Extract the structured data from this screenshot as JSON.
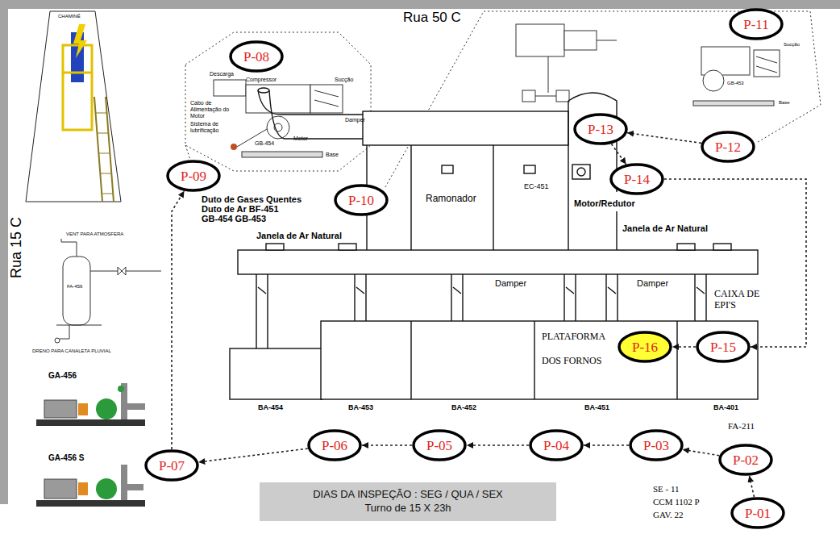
{
  "diagram": {
    "nodes": [
      {
        "text": [
          "P-01"
        ]
      },
      {
        "text": [
          "P-02"
        ]
      },
      {
        "text": [
          "P-03"
        ]
      },
      {
        "text": [
          "P-04"
        ]
      },
      {
        "text": [
          "P-05"
        ]
      },
      {
        "text": [
          "P-06"
        ]
      },
      {
        "text": [
          "P-07"
        ]
      },
      {
        "text": [
          "P-08"
        ]
      },
      {
        "text": [
          "P-09"
        ]
      },
      {
        "text": [
          "P-10"
        ]
      },
      {
        "text": [
          "P-11"
        ]
      },
      {
        "text": [
          "P-12"
        ]
      },
      {
        "text": [
          "P-13"
        ]
      },
      {
        "text": [
          "P-14"
        ]
      },
      {
        "text": [
          "P-15"
        ]
      },
      {
        "text": [
          "P-16"
        ]
      },
      {
        "text": [
          "DIAS DA INSPEÇÃO : SEG / QUA / SEX",
          "Turno de 15 X 23h"
        ]
      }
    ],
    "edges": [
      {
        "from": 0,
        "to": 1,
        "arrow": "to"
      },
      {
        "from": 1,
        "to": 2,
        "arrow": "to"
      },
      {
        "from": 2,
        "to": 3,
        "arrow": "to"
      },
      {
        "from": 3,
        "to": 4,
        "arrow": "to"
      },
      {
        "from": 4,
        "to": 5,
        "arrow": "to"
      },
      {
        "from": 5,
        "to": 6,
        "arrow": "to"
      },
      {
        "from": 6,
        "to": 8,
        "arrow": "to"
      },
      {
        "from": 11,
        "to": 12,
        "arrow": "to"
      },
      {
        "from": 12,
        "to": 13,
        "arrow": "to"
      },
      {
        "from": 13,
        "to": 14,
        "arrow": "to"
      },
      {
        "from": 14,
        "to": 15,
        "arrow": "to"
      }
    ],
    "labels": [
      "Rua 50 C",
      "Rua 15 C",
      "Duto de Gases Quentes",
      "Duto de Ar BF-451",
      "GB-454 GB-453",
      "Ramonador",
      "EC-451",
      "Motor/Redutor",
      "Janela de Ar Natural",
      "Janela de Ar Natural",
      "Damper",
      "Damper",
      "CAIXA DE EPI'S",
      "PLATAFORMA DOS FORNOS",
      "BA-454",
      "BA-453",
      "BA-452",
      "BA-451",
      "BA-401",
      "FA-211",
      "SE - 11",
      "CCM 1102 P",
      "GAV. 22",
      "GA-456",
      "GA-456 S",
      "CHAMINÉ",
      "VENT PARA ATMOSFERA",
      "FA-456",
      "DRENO PARA CANALETA PLUVIAL",
      "Descarga",
      "Compressor",
      "Sucção",
      "Motor",
      "Damper",
      "Base",
      "GB-454",
      "Cabo de Alimentação do Motor",
      "Sistema de lubrificação",
      "GB-453",
      "Sucção",
      "Base"
    ]
  }
}
